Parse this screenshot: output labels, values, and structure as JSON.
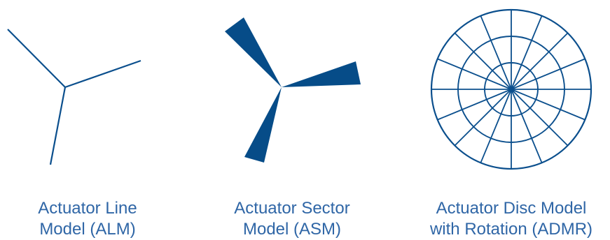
{
  "models": [
    {
      "id": "alm",
      "caption_line1": "Actuator Line",
      "caption_line2": "Model (ALM)"
    },
    {
      "id": "asm",
      "caption_line1": "Actuator Sector",
      "caption_line2": "Model (ASM)"
    },
    {
      "id": "admr",
      "caption_line1": "Actuator Disc Model",
      "caption_line2": "with Rotation (ADMR)"
    }
  ],
  "colors": {
    "diagram_blue": "#0b4f8d",
    "blade_blue": "#064c88",
    "caption_blue": "#2f66a6"
  },
  "icons": {
    "alm": "three-line-actuator-icon",
    "asm": "three-sector-actuator-icon",
    "admr": "polar-disc-grid-icon"
  }
}
